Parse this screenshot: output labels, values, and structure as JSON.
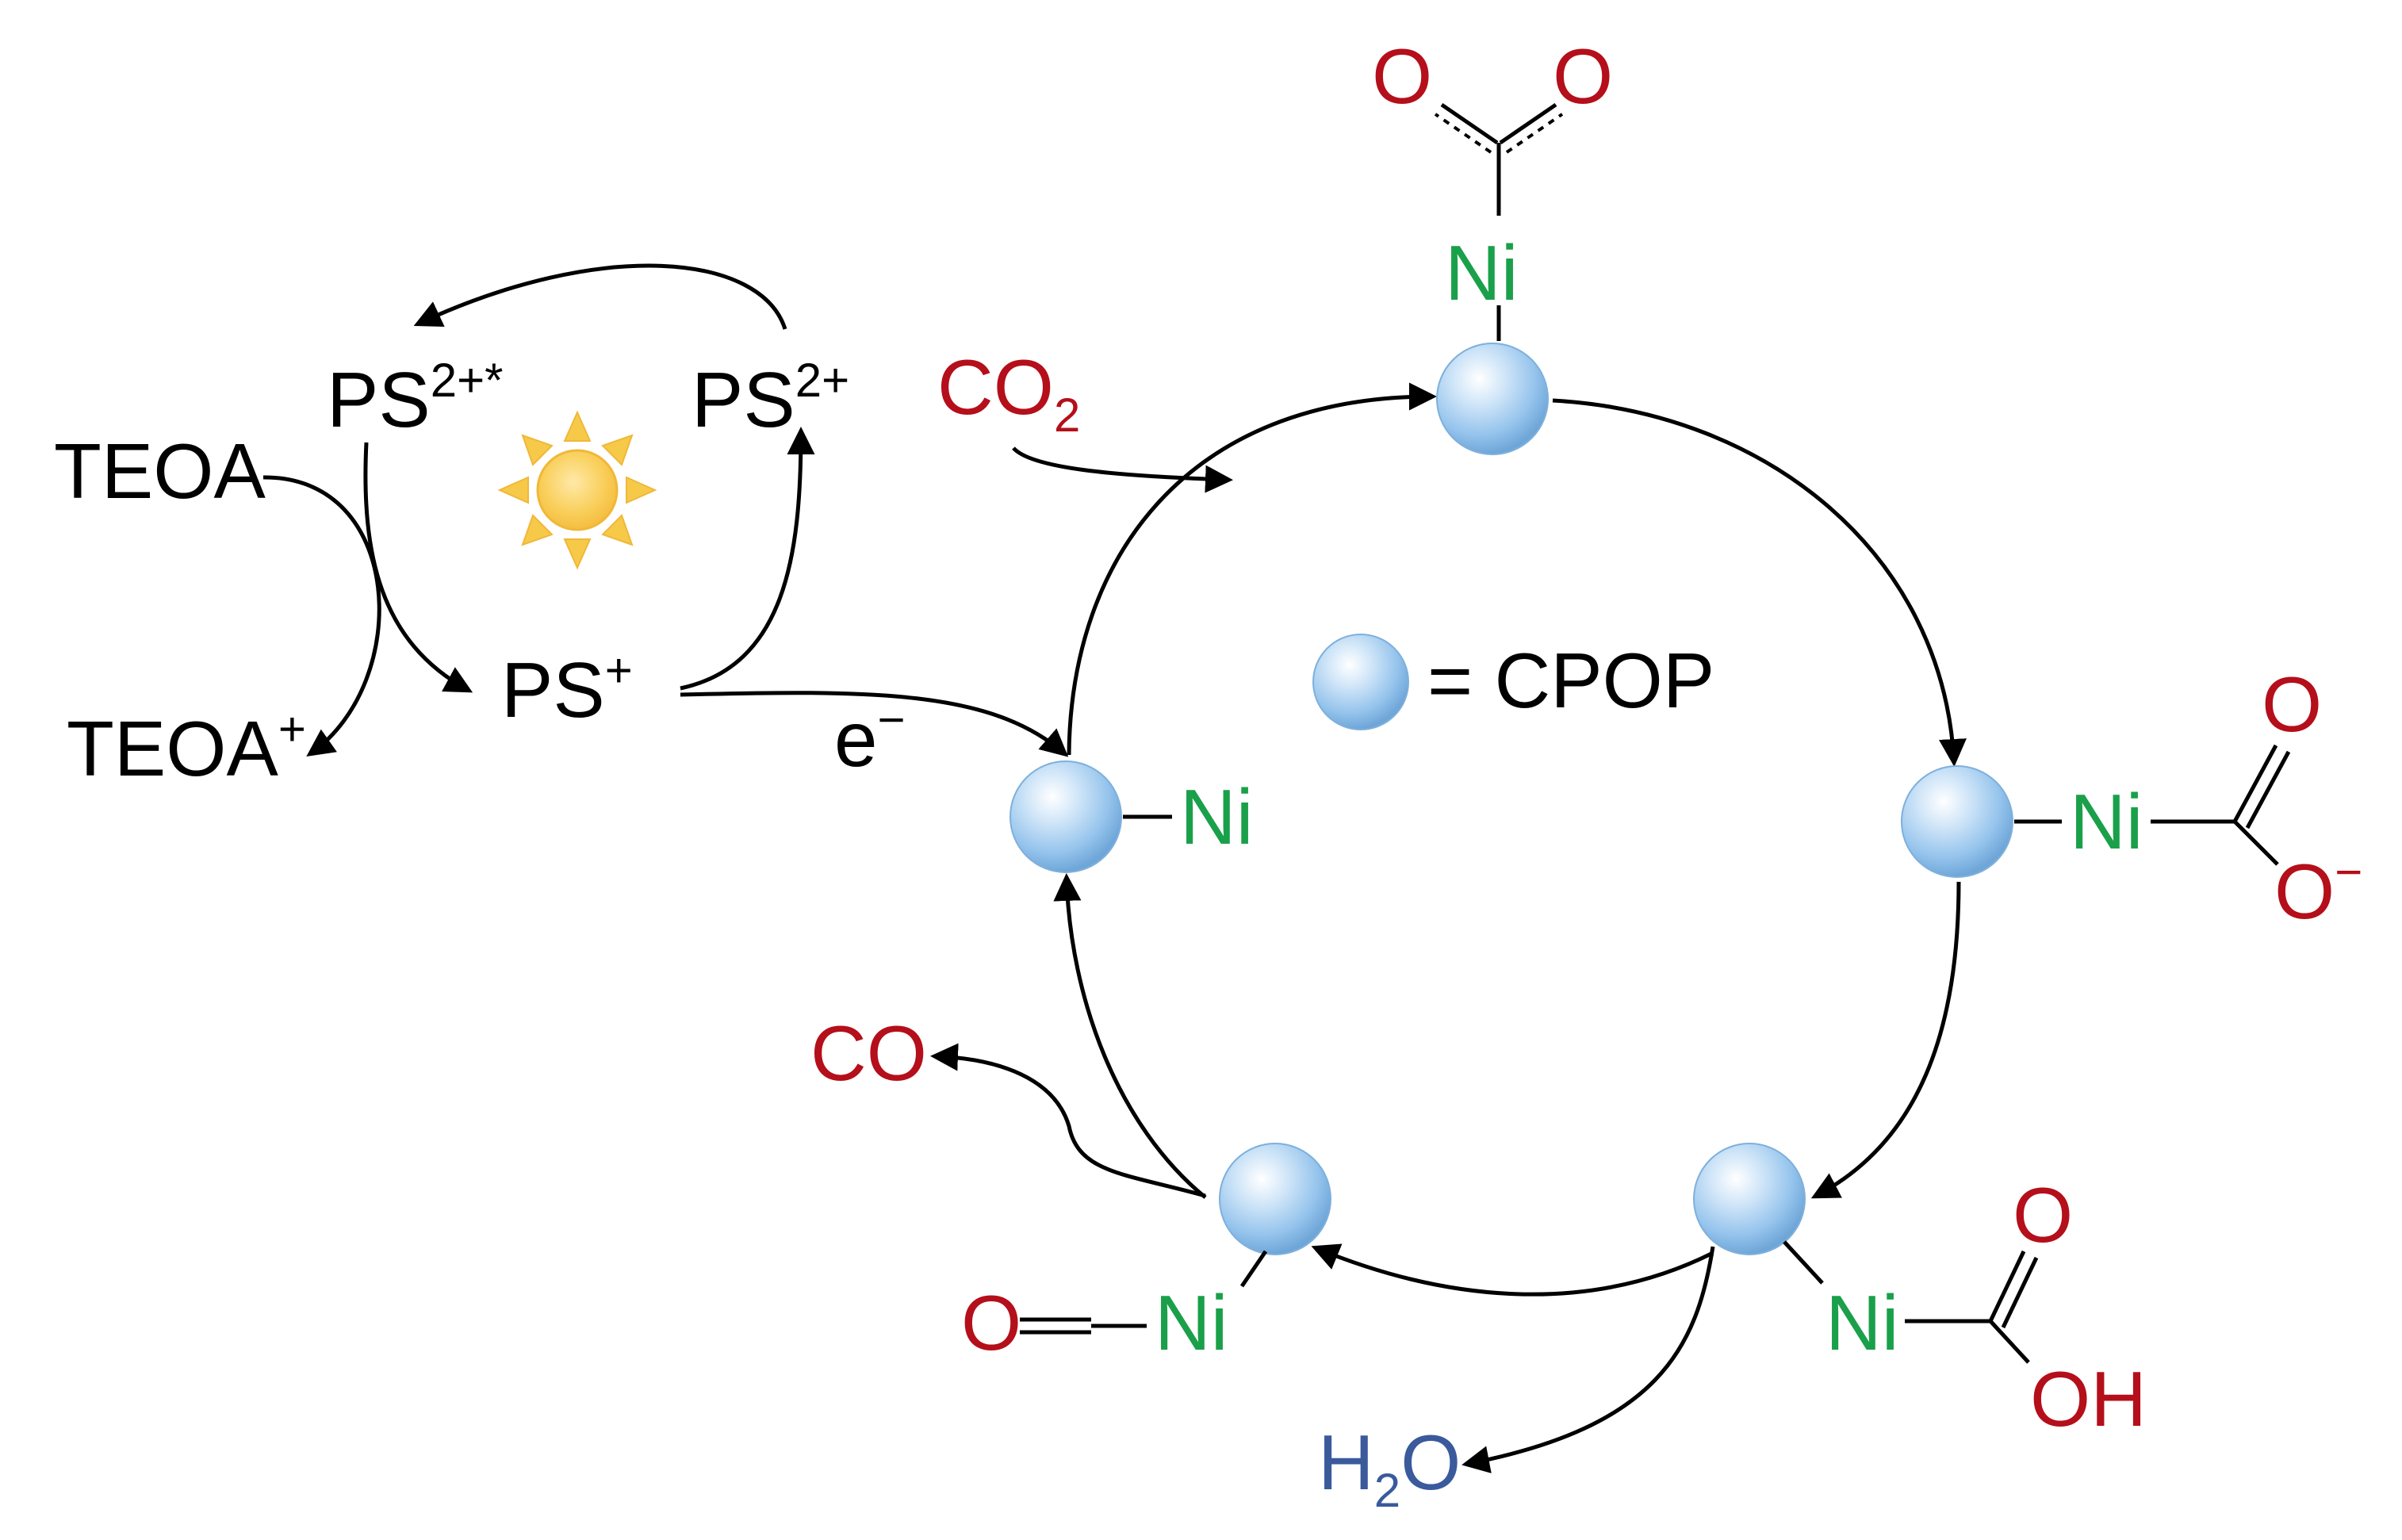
{
  "colors": {
    "black": "#000000",
    "red": "#b40f1a",
    "green": "#1aa04a",
    "blue": "#3a5a9c",
    "sphere": "#9cc8ee",
    "sun": "#f7c948"
  },
  "photocycle": {
    "teoa": "TEOA",
    "teoa_plus_base": "TEOA",
    "teoa_plus_charge": "+",
    "ps_excited_base": "PS",
    "ps_excited_charge": "2+*",
    "ps_oxidized_base": "PS",
    "ps_oxidized_charge": "2+",
    "ps_reduced_base": "PS",
    "ps_reduced_charge": "+",
    "electron_base": "e",
    "electron_charge": "−",
    "sun_icon": "sun-icon"
  },
  "catalytic_cycle": {
    "co2_base": "CO",
    "co2_sub": "2",
    "co": "CO",
    "h2o_h": "H",
    "h2o_sub": "2",
    "h2o_o": "O",
    "legend_text": "= CPOP",
    "ni_label": "Ni",
    "o_label": "O",
    "o_minus_base": "O",
    "o_minus_charge": "−",
    "oh_label": "OH"
  }
}
